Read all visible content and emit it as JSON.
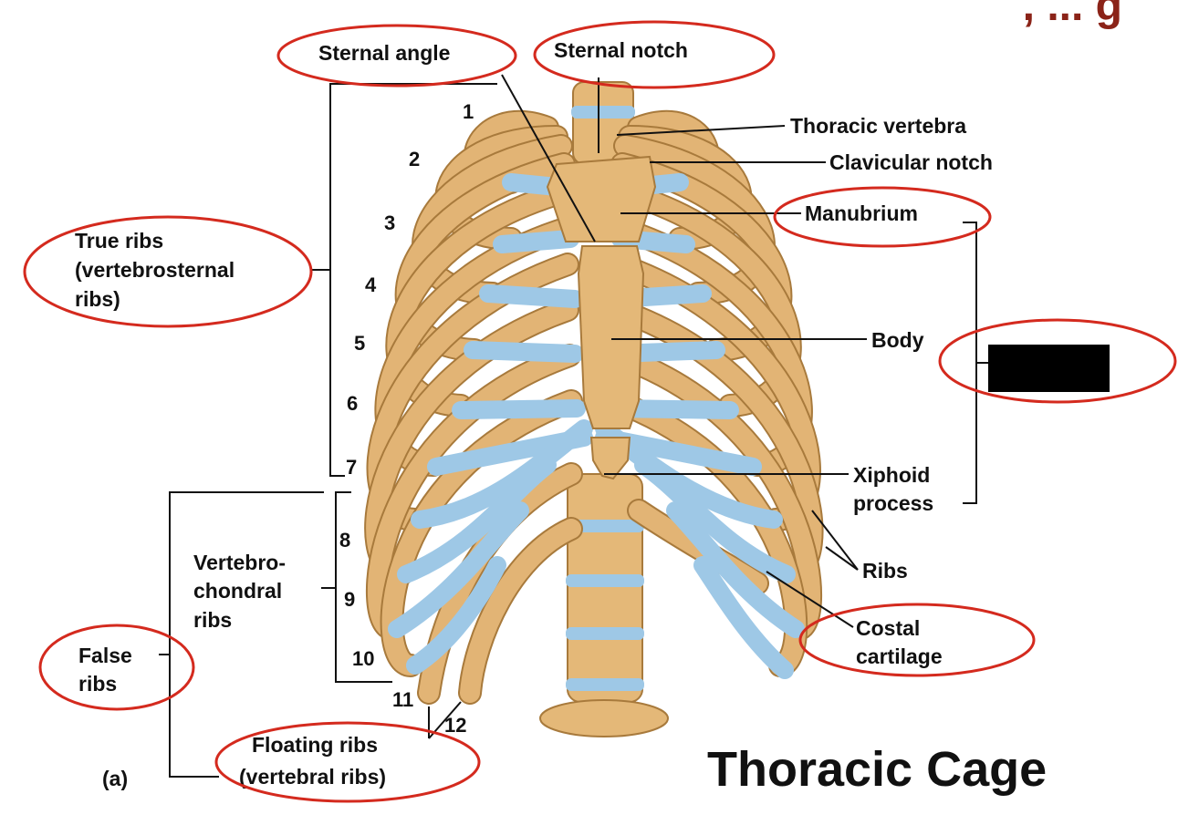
{
  "heading_fragment": ", ... g",
  "title": "Thoracic Cage",
  "panel_label": "(a)",
  "labels": {
    "sternal_angle": "Sternal angle",
    "sternal_notch": "Sternal notch",
    "thoracic_vertebra": "Thoracic vertebra",
    "clavicular_notch": "Clavicular notch",
    "manubrium": "Manubrium",
    "body": "Body",
    "xiphoid_1": "Xiphoid",
    "xiphoid_2": "process",
    "ribs": "Ribs",
    "costal_1": "Costal",
    "costal_2": "cartilage",
    "true_1": "True ribs",
    "true_2": "(vertebrosternal",
    "true_3": "ribs)",
    "vc_1": "Vertebro-",
    "vc_2": "chondral",
    "vc_3": "ribs",
    "false_1": "False",
    "false_2": "ribs",
    "floating_1": "Floating ribs",
    "floating_2": "(vertebral ribs)"
  },
  "rib_numbers": [
    "1",
    "2",
    "3",
    "4",
    "5",
    "6",
    "7",
    "8",
    "9",
    "10",
    "11",
    "12"
  ],
  "colors": {
    "annotation_circle": "#d42a1e",
    "bone": "#e4b878",
    "cartilage": "#9ec8e6",
    "redaction": "#000000"
  }
}
